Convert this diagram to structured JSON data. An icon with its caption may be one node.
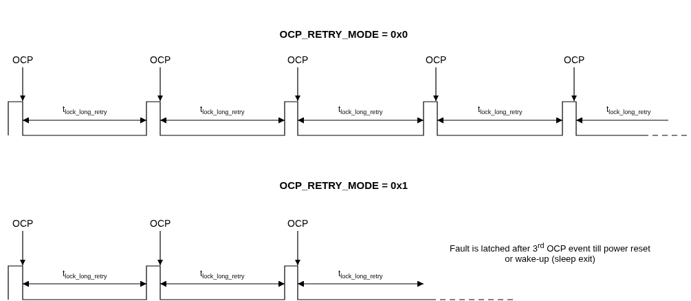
{
  "diagram": {
    "nodes": [
      {
        "text": [
          "OCP"
        ]
      },
      {
        "text": [
          "OCP"
        ]
      },
      {
        "text": [
          "OCP"
        ]
      },
      {
        "text": [
          "OCP"
        ]
      },
      {
        "text": [
          "OCP"
        ]
      },
      {
        "text": [
          "OCP"
        ]
      },
      {
        "text": [
          "OCP"
        ]
      },
      {
        "text": [
          "OCP"
        ]
      }
    ],
    "edges": [
      {
        "from": 0,
        "to": null,
        "arrow": "to"
      },
      {
        "from": 1,
        "to": null,
        "arrow": "to"
      },
      {
        "from": 2,
        "to": null,
        "arrow": "to"
      },
      {
        "from": 3,
        "to": null,
        "arrow": "to"
      },
      {
        "from": 4,
        "to": null,
        "arrow": "to"
      },
      {
        "from": 5,
        "to": null,
        "arrow": "to"
      },
      {
        "from": 6,
        "to": null,
        "arrow": "to"
      },
      {
        "from": 7,
        "to": null,
        "arrow": "to"
      }
    ],
    "labels": [
      "OCP_RETRY_MODE = 0x0",
      "t$_{lock_long_retry}$",
      "t$_{lock_long_retry}$",
      "t$_{lock_long_retry}$",
      "t$_{lock_long_retry}$",
      "t$_{lock_long_retry}$",
      "OCP_RETRY_MODE = 0x1",
      "t$_{lock_long_retry}$",
      "t$_{lock_long_retry}$",
      "t$_{lock_long_retry}$",
      "Fault is latched after 3$^{rd}$ OCP event till power reset or wake-up (sleep exit)"
    ]
  }
}
